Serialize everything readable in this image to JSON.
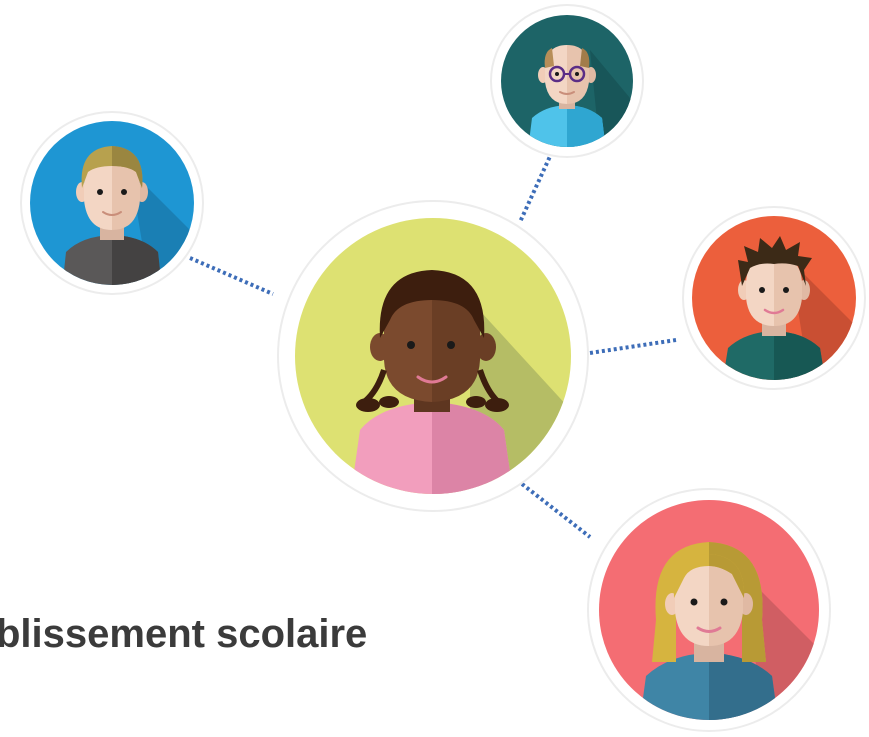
{
  "headline": "blissement scolaire",
  "colors": {
    "connector": "#3d6db8",
    "ring": "#f1f1f1",
    "headline": "#3b3b3b"
  },
  "avatars": [
    {
      "role": "center-girl-avatar",
      "background": "#dde172",
      "shadow": "#b5bd65"
    },
    {
      "role": "top-man-glasses-avatar",
      "background": "#1d6467",
      "shadow": "#185659"
    },
    {
      "role": "left-boy-avatar",
      "background": "#1e96d3",
      "shadow": "#1a7fb4"
    },
    {
      "role": "right-boy-avatar",
      "background": "#ec5f3c",
      "shadow": "#c94f33"
    },
    {
      "role": "bottom-woman-avatar",
      "background": "#f46d73",
      "shadow": "#d05e63"
    }
  ]
}
